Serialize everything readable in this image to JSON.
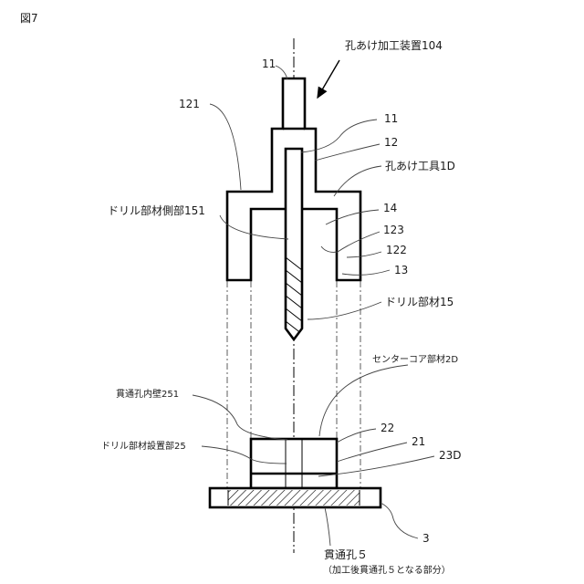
{
  "figure_label": "図7",
  "labels": {
    "device": "孔あけ加工装置104",
    "n11_top": "11",
    "n11_right": "11",
    "n121": "121",
    "n12": "12",
    "tool": "孔あけ工具1D",
    "side_part": "ドリル部材側部151",
    "n14": "14",
    "n123": "123",
    "n122": "122",
    "n13": "13",
    "drill": "ドリル部材15",
    "center_core": "センターコア部材2D",
    "inner_wall": "貫通孔内壁251",
    "drill_seat": "ドリル部材設置部25",
    "n22": "22",
    "n21": "21",
    "n23d": "23D",
    "n3": "3",
    "hole": "貫通孔５",
    "hole_note": "（加工後貫通孔５となる部分）"
  }
}
